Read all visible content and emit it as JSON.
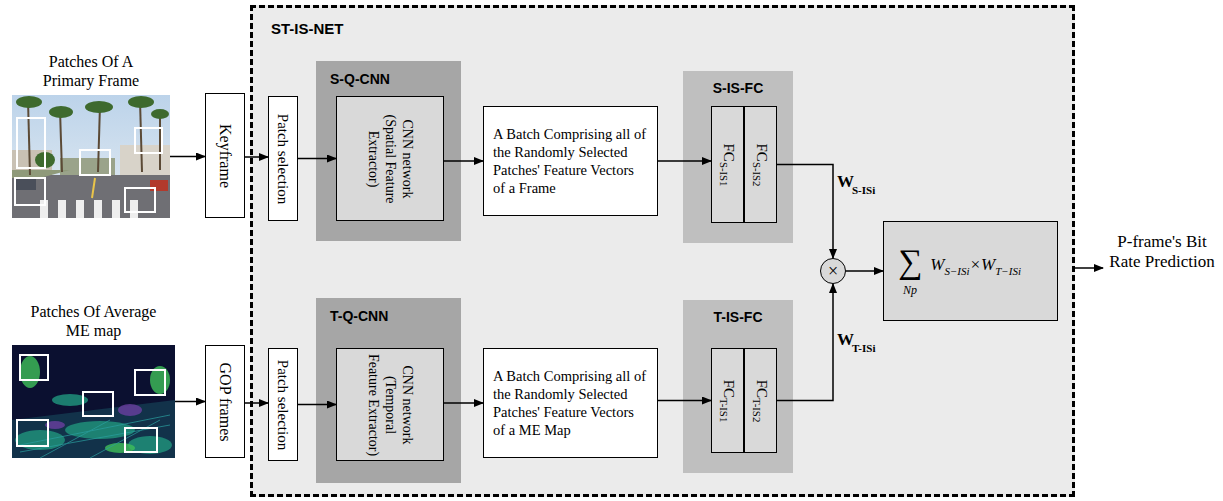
{
  "diagram": {
    "nodes": [
      {
        "text": [
          "Patches Of A Primary Frame"
        ]
      },
      {
        "text": [
          "Keyframe"
        ]
      },
      {
        "text": [
          "Patches Of Average ME map"
        ]
      },
      {
        "text": [
          "GOP frames"
        ]
      },
      {
        "text": [
          "ST-IS-NET"
        ]
      },
      {
        "text": [
          "Patch selection"
        ],
        "in": 4
      },
      {
        "text": [
          "S-Q-CNN"
        ],
        "in": 4
      },
      {
        "text": [
          "CNN network (Spatial Feature Extractor)"
        ],
        "in": 6
      },
      {
        "text": [
          "A Batch Comprising all of the Randomly Selected Patches' Feature Vectors of a Frame"
        ],
        "in": 4
      },
      {
        "text": [
          "S-IS-FC"
        ],
        "in": 4
      },
      {
        "text": [
          "FC",
          "S-IS1"
        ],
        "in": 9
      },
      {
        "text": [
          "FC",
          "S-IS2"
        ],
        "in": 9
      },
      {
        "text": [
          "Patch selection"
        ],
        "in": 4
      },
      {
        "text": [
          "T-Q-CNN"
        ],
        "in": 4
      },
      {
        "text": [
          "CNN network (Temporal Feature Extractor)"
        ],
        "in": 13
      },
      {
        "text": [
          "A Batch Comprising all of the Randomly Selected Patches' Feature Vectors of a ME Map"
        ],
        "in": 4
      },
      {
        "text": [
          "T-IS-FC"
        ],
        "in": 4
      },
      {
        "text": [
          "FC",
          "T-IS1"
        ],
        "in": 16
      },
      {
        "text": [
          "FC",
          "T-IS2"
        ],
        "in": 16
      },
      {
        "text": [
          "×"
        ],
        "in": 4
      },
      {
        "text": [
          "∑",
          "Np",
          "W",
          "S−ISi",
          "×W",
          "T−ISi"
        ],
        "in": 4
      }
    ],
    "edges": [
      {
        "from": 0,
        "to": 1,
        "arrow": "to"
      },
      {
        "from": 1,
        "to": 5,
        "arrow": "to"
      },
      {
        "from": 5,
        "to": 7,
        "arrow": "to"
      },
      {
        "from": 7,
        "to": 8,
        "arrow": "to"
      },
      {
        "from": 8,
        "to": 10,
        "arrow": "to"
      },
      {
        "from": 11,
        "to": 19,
        "arrow": "to"
      },
      {
        "from": 2,
        "to": 3,
        "arrow": "to"
      },
      {
        "from": 3,
        "to": 12,
        "arrow": "to"
      },
      {
        "from": 12,
        "to": 14,
        "arrow": "to"
      },
      {
        "from": 14,
        "to": 15,
        "arrow": "to"
      },
      {
        "from": 15,
        "to": 17,
        "arrow": "to"
      },
      {
        "from": 18,
        "to": 19,
        "arrow": "to"
      },
      {
        "from": 19,
        "to": 20,
        "arrow": "to"
      }
    ],
    "labels": [
      "W",
      "S-ISi",
      "W",
      "T-ISi",
      "P-frame's Bit Rate Prediction"
    ]
  }
}
